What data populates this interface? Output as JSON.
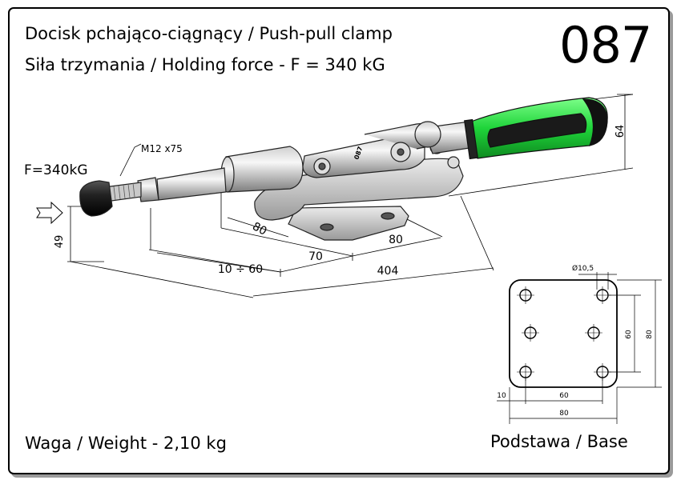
{
  "header": {
    "title": "Docisk pchająco-ciągnący / Push-pull clamp",
    "holding_force": "Siła trzymania / Holding force - F = 340 kG",
    "model_number": "087"
  },
  "footer": {
    "weight": "Waga / Weight - 2,10 kg",
    "base_label": "Podstawa / Base"
  },
  "drawing": {
    "force_label": "F=340kG",
    "thread_label": "M12 x75",
    "body_marking": "087",
    "dims": {
      "handle_height": "64",
      "plunger_height": "49",
      "base_offset": "80",
      "base_length": "80",
      "stroke_range": "10 ÷ 60",
      "stroke_offset": "70",
      "total_length": "404"
    }
  },
  "base_plate": {
    "hole_diameter": "Ø10,5",
    "dim_inner_vertical": "60",
    "dim_outer_vertical": "80",
    "dim_edge": "10",
    "dim_inner_horizontal": "60",
    "dim_outer_horizontal": "80"
  },
  "colors": {
    "grip_green": "#1fd43a",
    "grip_black": "#1a1a1a",
    "metal_light": "#e6e6e6",
    "metal_dark": "#8a8a8a"
  }
}
